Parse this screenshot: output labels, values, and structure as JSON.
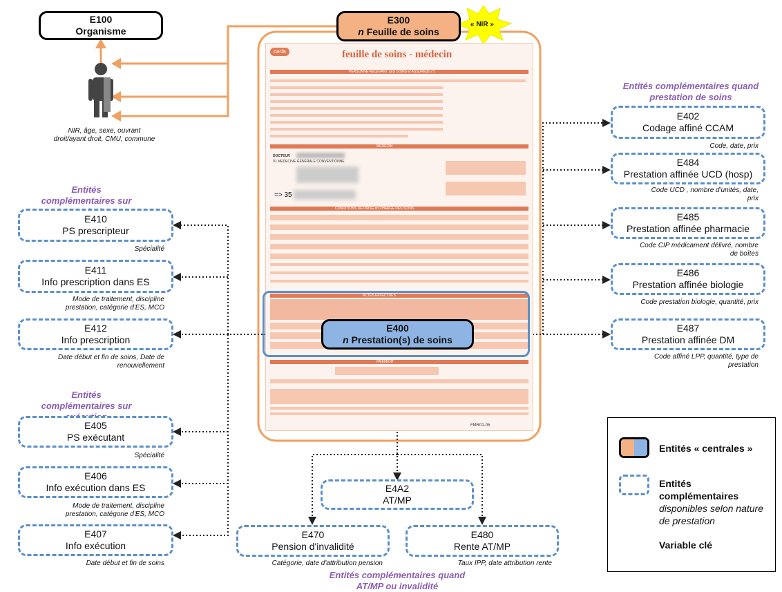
{
  "central": {
    "e100": {
      "code": "E100",
      "label": "Organisme"
    },
    "e300": {
      "code": "E300",
      "prefix": "n",
      "label": "Feuille de soins"
    },
    "nir_badge": "« NIR »",
    "e400": {
      "code": "E400",
      "prefix": "n",
      "label": "Prestation(s) de soins"
    }
  },
  "person_caption": "NIR, âge, sexe, ouvrant droit/ayant droit, CMU, commune",
  "left_headers": {
    "prescription": "Entités complémentaires sur prescription",
    "execution": "Entités complémentaires sur exécution"
  },
  "left_boxes": [
    {
      "code": "E410",
      "label": "PS prescripteur",
      "caption": "Spécialité"
    },
    {
      "code": "E411",
      "label": "Info prescription dans ES",
      "caption": "Mode de traitement, discipline prestation, catégorie d'ES, MCO"
    },
    {
      "code": "E412",
      "label": "Info prescription",
      "caption": "Date début et fin de soins, Date de renouvellement"
    },
    {
      "code": "E405",
      "label": "PS exécutant",
      "caption": "Spécialité"
    },
    {
      "code": "E406",
      "label": "Info exécution dans ES",
      "caption": "Mode de traitement, discipline prestation, catégorie d'ES, MCO"
    },
    {
      "code": "E407",
      "label": "Info exécution",
      "caption": "Date début et fin de soins"
    }
  ],
  "right_header": "Entités complémentaires quand prestation de soins",
  "right_boxes": [
    {
      "code": "E402",
      "label": "Codage affiné CCAM",
      "caption": "Code, date, prix"
    },
    {
      "code": "E484",
      "label": "Prestation affinée UCD (hosp)",
      "caption": "Code UCD , nombre d'unités, date, prix"
    },
    {
      "code": "E485",
      "label": "Prestation affinée pharmacie",
      "caption": "Code CIP médicament délivré, nombre de boîtes"
    },
    {
      "code": "E486",
      "label": "Prestation affinée biologie",
      "caption": "Code prestation biologie, quantité, prix"
    },
    {
      "code": "E487",
      "label": "Prestation affinée DM",
      "caption": "Code affiné LPP, quantité, type de prestation"
    }
  ],
  "bottom": {
    "e4a2": {
      "code": "E4A2",
      "label": "AT/MP"
    },
    "e470": {
      "code": "E470",
      "label": "Pension d'invalidité",
      "caption": "Catégorie, date d'attribution pension"
    },
    "e480": {
      "code": "E480",
      "label": "Rente AT/MP",
      "caption": "Taux IPP, date attribution rente"
    },
    "header": "Entités complémentaires quand AT/MP ou invalidité"
  },
  "legend": {
    "central": "Entités « centrales »",
    "complementary_bold": "Entités complémentaires",
    "complementary_italic": "disponibles selon nature de prestation",
    "key": "Variable clé"
  },
  "form": {
    "logo": "cerfa",
    "title": "feuille de soins - médecin",
    "section1": "PERSONNE RECEVANT LES SOINS et ASSURE(E) (*)",
    "section2": "MÉDECIN",
    "doctor": "DOCTEUR",
    "doctor_line": "01 MEDECINE GENERALE  CONVENTIONNE",
    "section3": "CONDITIONS DE PRISE en CHARGE DES SOINS",
    "arrow_code": "=> 35",
    "section4": "ACTES EFFECTUES",
    "section5": "PAIEMENT",
    "footer_code": "FMR01-05"
  },
  "colors": {
    "dash_border": "#5b8fc9",
    "header_purple": "#8a5cb5",
    "orange": "#f0a060",
    "central_orange": "#f4b183",
    "central_blue": "#8eb4e3",
    "star_yellow": "#ffff00"
  }
}
